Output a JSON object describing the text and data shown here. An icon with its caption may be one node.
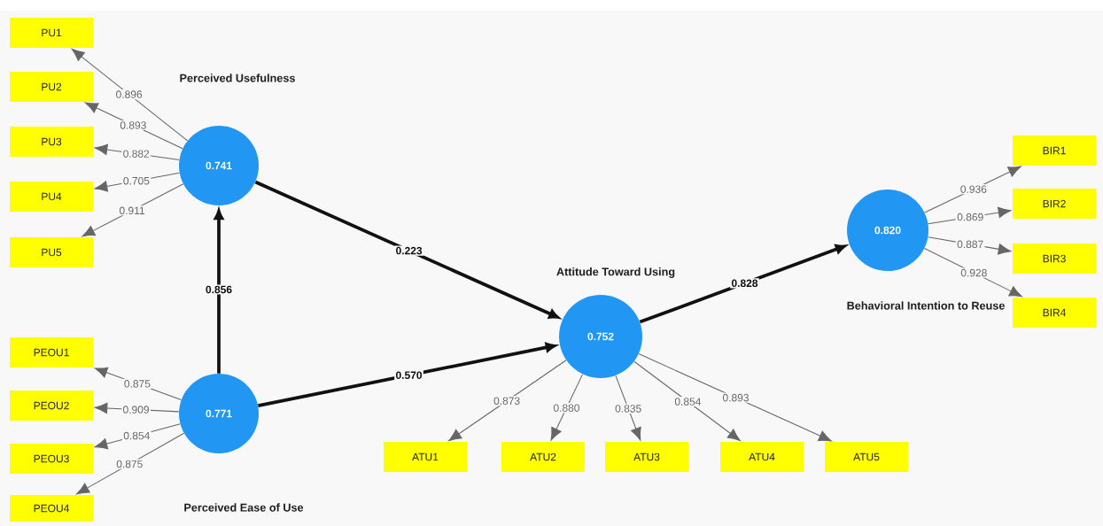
{
  "diagram": {
    "nodes": [
      {
        "text": [
          "Perceived Usefulness",
          "0.741"
        ]
      },
      {
        "text": [
          "0.771",
          "Perceived Ease of Use"
        ]
      },
      {
        "text": [
          "Attitude Toward Using",
          "0.752"
        ]
      },
      {
        "text": [
          "0.820",
          "Behavioral Intention to Reuse"
        ]
      },
      {
        "text": [
          "PU1"
        ]
      },
      {
        "text": [
          "PU2"
        ]
      },
      {
        "text": [
          "PU3"
        ]
      },
      {
        "text": [
          "PU4"
        ]
      },
      {
        "text": [
          "PU5"
        ]
      },
      {
        "text": [
          "PEOU1"
        ]
      },
      {
        "text": [
          "PEOU2"
        ]
      },
      {
        "text": [
          "PEOU3"
        ]
      },
      {
        "text": [
          "PEOU4"
        ]
      },
      {
        "text": [
          "ATU1"
        ]
      },
      {
        "text": [
          "ATU2"
        ]
      },
      {
        "text": [
          "ATU3"
        ]
      },
      {
        "text": [
          "ATU4"
        ]
      },
      {
        "text": [
          "ATU5"
        ]
      },
      {
        "text": [
          "BIR1"
        ]
      },
      {
        "text": [
          "BIR2"
        ]
      },
      {
        "text": [
          "BIR3"
        ]
      },
      {
        "text": [
          "BIR4"
        ]
      }
    ],
    "edges": [
      {
        "from": 1,
        "to": 0,
        "arrow": "to",
        "label": "0.856",
        "style": "thick",
        "color": "#111111"
      },
      {
        "from": 0,
        "to": 2,
        "arrow": "to",
        "label": "0.223",
        "style": "thick",
        "color": "#111111"
      },
      {
        "from": 1,
        "to": 2,
        "arrow": "to",
        "label": "0.570",
        "style": "thick",
        "color": "#111111"
      },
      {
        "from": 2,
        "to": 3,
        "arrow": "to",
        "label": "0.828",
        "style": "thick",
        "color": "#111111"
      },
      {
        "from": 0,
        "to": 4,
        "arrow": "to",
        "label": "0.896"
      },
      {
        "from": 0,
        "to": 5,
        "arrow": "to",
        "label": "0.893"
      },
      {
        "from": 0,
        "to": 6,
        "arrow": "to",
        "label": "0.882"
      },
      {
        "from": 0,
        "to": 7,
        "arrow": "to",
        "label": "0.705"
      },
      {
        "from": 0,
        "to": 8,
        "arrow": "to",
        "label": "0.911"
      },
      {
        "from": 1,
        "to": 9,
        "arrow": "to",
        "label": "0.875"
      },
      {
        "from": 1,
        "to": 10,
        "arrow": "to",
        "label": "0.909"
      },
      {
        "from": 1,
        "to": 11,
        "arrow": "to",
        "label": "0.854"
      },
      {
        "from": 1,
        "to": 12,
        "arrow": "to",
        "label": "0.875"
      },
      {
        "from": 2,
        "to": 13,
        "arrow": "to",
        "label": "0.873"
      },
      {
        "from": 2,
        "to": 14,
        "arrow": "to",
        "label": "0.880"
      },
      {
        "from": 2,
        "to": 15,
        "arrow": "to",
        "label": "0.835"
      },
      {
        "from": 2,
        "to": 16,
        "arrow": "to",
        "label": "0.854"
      },
      {
        "from": 2,
        "to": 17,
        "arrow": "to",
        "label": "0.893"
      },
      {
        "from": 3,
        "to": 18,
        "arrow": "to",
        "label": "0.936"
      },
      {
        "from": 3,
        "to": 19,
        "arrow": "to",
        "label": "0.869"
      },
      {
        "from": 3,
        "to": 20,
        "arrow": "to",
        "label": "0.887"
      },
      {
        "from": 3,
        "to": 21,
        "arrow": "to",
        "label": "0.928"
      }
    ]
  }
}
